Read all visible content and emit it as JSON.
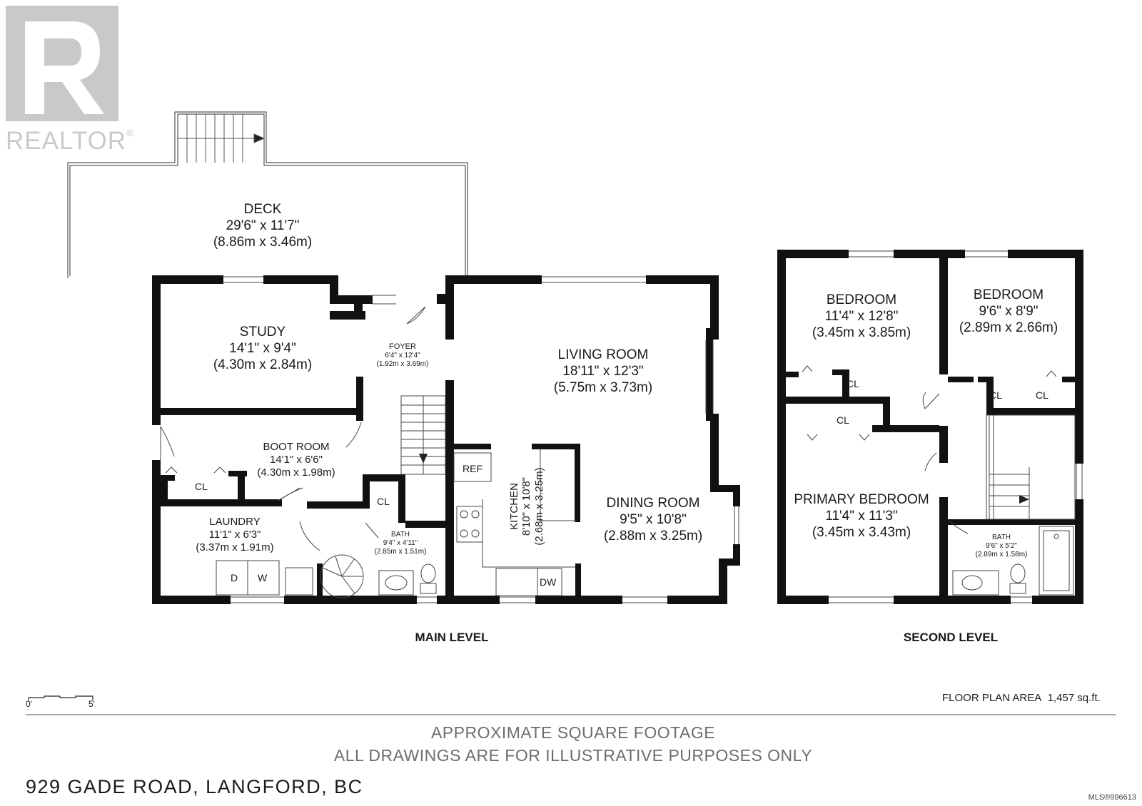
{
  "logo": {
    "text": "REALTOR",
    "reg": "®"
  },
  "rooms": {
    "deck": {
      "name": "DECK",
      "imperial": "29'6\" x 11'7\"",
      "metric": "(8.86m x 3.46m)"
    },
    "study": {
      "name": "STUDY",
      "imperial": "14'1\" x 9'4\"",
      "metric": "(4.30m x 2.84m)"
    },
    "foyer": {
      "name": "FOYER",
      "imperial": "6'4\" x 12'4\"",
      "metric": "(1.92m x 3.69m)"
    },
    "living": {
      "name": "LIVING ROOM",
      "imperial": "18'11\" x 12'3\"",
      "metric": "(5.75m x 3.73m)"
    },
    "boot": {
      "name": "BOOT ROOM",
      "imperial": "14'1\" x 6'6\"",
      "metric": "(4.30m x 1.98m)"
    },
    "laundry": {
      "name": "LAUNDRY",
      "imperial": "11'1\" x 6'3\"",
      "metric": "(3.37m x 1.91m)"
    },
    "bath_main": {
      "name": "BATH",
      "imperial": "9'4\" x 4'11\"",
      "metric": "(2.85m x 1.51m)"
    },
    "kitchen": {
      "name": "KITCHEN",
      "imperial": "8'10\" x 10'8\"",
      "metric": "(2.68m x 3.25m)"
    },
    "dining": {
      "name": "DINING ROOM",
      "imperial": "9'5\" x 10'8\"",
      "metric": "(2.88m x 3.25m)"
    },
    "bed1": {
      "name": "BEDROOM",
      "imperial": "11'4\" x 12'8\"",
      "metric": "(3.45m x 3.85m)"
    },
    "bed2": {
      "name": "BEDROOM",
      "imperial": "9'6\" x 8'9\"",
      "metric": "(2.89m x 2.66m)"
    },
    "primary": {
      "name": "PRIMARY BEDROOM",
      "imperial": "11'4\" x 11'3\"",
      "metric": "(3.45m x 3.43m)"
    },
    "bath_second": {
      "name": "BATH",
      "imperial": "9'6\" x 5'2\"",
      "metric": "(2.89m x 1.58m)"
    }
  },
  "fixtures": {
    "closet": "CL",
    "fridge": "REF",
    "dishwasher": "DW",
    "dryer": "D",
    "washer": "W"
  },
  "levels": {
    "main": "MAIN LEVEL",
    "second": "SECOND LEVEL"
  },
  "scale": {
    "start": "0'",
    "end": "5'"
  },
  "floor_area": {
    "label": "FLOOR PLAN AREA",
    "value": "1,457 sq.ft."
  },
  "notes": {
    "line1": "APPROXIMATE SQUARE FOOTAGE",
    "line2": "ALL DRAWINGS ARE FOR ILLUSTRATIVE PURPOSES ONLY"
  },
  "address": "929 GADE ROAD, LANGFORD, BC",
  "mls": "MLS®996613"
}
